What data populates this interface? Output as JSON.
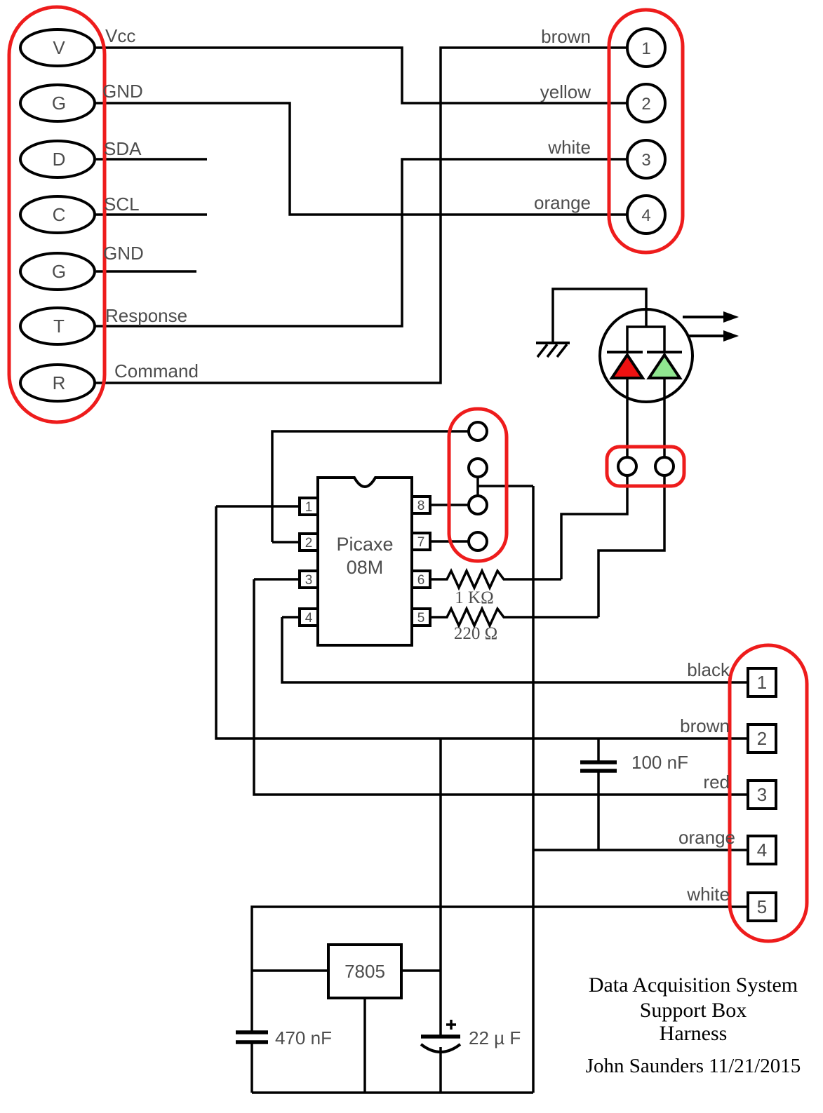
{
  "diagram": {
    "left_connector": {
      "pins": [
        {
          "letter": "V",
          "label": "Vcc"
        },
        {
          "letter": "G",
          "label": "GND"
        },
        {
          "letter": "D",
          "label": "SDA"
        },
        {
          "letter": "C",
          "label": "SCL"
        },
        {
          "letter": "G",
          "label": "GND"
        },
        {
          "letter": "T",
          "label": "Response"
        },
        {
          "letter": "R",
          "label": "Command"
        }
      ]
    },
    "top_connector": {
      "pins": [
        {
          "number": "1",
          "color_label": "brown"
        },
        {
          "number": "2",
          "color_label": "yellow"
        },
        {
          "number": "3",
          "color_label": "white"
        },
        {
          "number": "4",
          "color_label": "orange"
        }
      ]
    },
    "right_connector": {
      "pins": [
        {
          "number": "1",
          "color_label": "black"
        },
        {
          "number": "2",
          "color_label": "brown"
        },
        {
          "number": "3",
          "color_label": "red"
        },
        {
          "number": "4",
          "color_label": "orange"
        },
        {
          "number": "5",
          "color_label": "white"
        }
      ]
    },
    "ic": {
      "name_line1": "Picaxe",
      "name_line2": "08M",
      "left_pin_numbers": [
        "1",
        "2",
        "3",
        "4"
      ],
      "right_pin_numbers": [
        "8",
        "7",
        "6",
        "5"
      ]
    },
    "resistors": [
      {
        "value": "1 KΩ"
      },
      {
        "value": "220 Ω"
      }
    ],
    "capacitors": [
      {
        "value": "100 nF"
      },
      {
        "value": "470 nF"
      },
      {
        "value": "22 µ F"
      }
    ],
    "regulator": {
      "label": "7805"
    },
    "title_block": {
      "line1": "Data Acquisition System",
      "line2": "Support Box",
      "line3": "Harness",
      "byline": "John Saunders 11/21/2015"
    },
    "colors": {
      "connector_outline_red": "#ee1c1c",
      "led_red": "#ee1111",
      "led_green": "#90e690",
      "wire_black": "#000000",
      "label_gray": "#4d4d4d"
    }
  }
}
